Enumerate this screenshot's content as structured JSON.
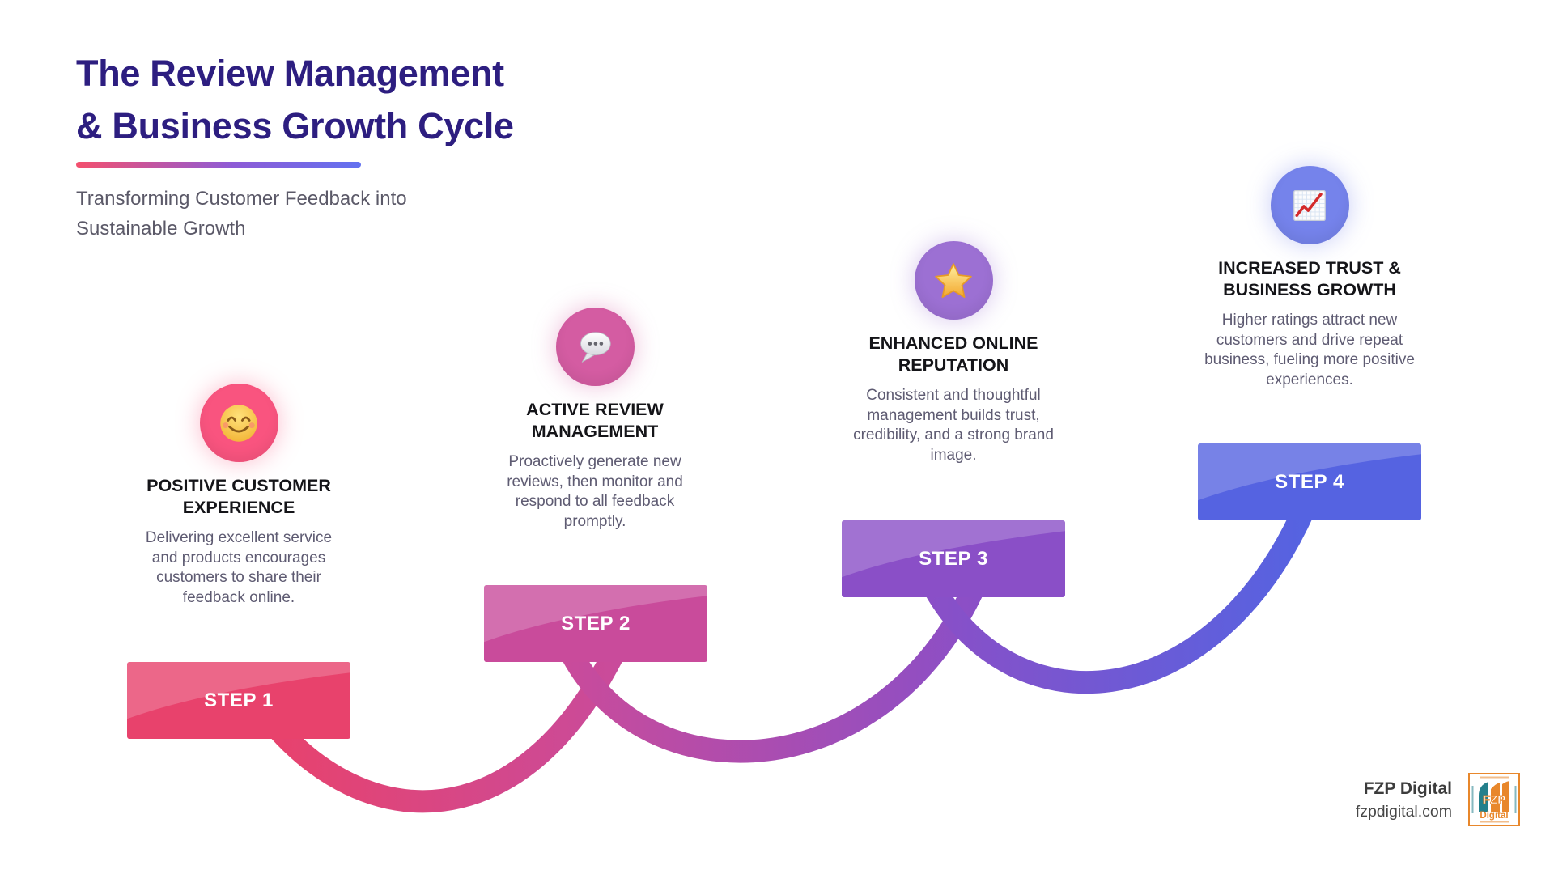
{
  "header": {
    "title": [
      "The Review Management",
      "& Business Growth Cycle"
    ],
    "subtitle": [
      "Transforming Customer Feedback into",
      "Sustainable Growth"
    ]
  },
  "colors": {
    "title": "#2D1E80",
    "subtitle": "#5B5968",
    "heading": "#141418",
    "description": "#5E5B72",
    "underline_from": "#F4506E",
    "underline_to": "#6271F0",
    "step_label": "#FFFFFF",
    "background": "#FFFFFF",
    "footer_text": "#3C3C3C",
    "logo_orange": "#E8872B",
    "logo_teal": "#23808C"
  },
  "steps": [
    {
      "label": "STEP 1",
      "icon": "smiling-face",
      "heading": "POSITIVE CUSTOMER EXPERIENCE",
      "description": "Delivering excellent service and products encourages customers to share their feedback online.",
      "circle_color": "#F9547F",
      "box_color": "#E8426C"
    },
    {
      "label": "STEP 2",
      "icon": "speech-balloon",
      "heading": "ACTIVE REVIEW MANAGEMENT",
      "description": "Proactively generate new reviews, then monitor and respond to all feedback promptly.",
      "circle_color": "#D45CA2",
      "box_color": "#C94B9B"
    },
    {
      "label": "STEP 3",
      "icon": "star",
      "heading": "ENHANCED ONLINE REPUTATION",
      "description": "Consistent and thoughtful management builds trust, credibility, and a strong brand image.",
      "circle_color": "#9C70D3",
      "box_color": "#8A4FC7"
    },
    {
      "label": "STEP 4",
      "icon": "chart-increasing",
      "heading": "INCREASED TRUST & BUSINESS GROWTH",
      "description": "Higher ratings attract new customers and drive repeat business, fueling more positive experiences.",
      "circle_color": "#7583EB",
      "box_color": "#5563E1"
    }
  ],
  "footer": {
    "brand": "FZP Digital",
    "website": "fzpdigital.com",
    "logo": {
      "letters": "FZP",
      "word": "Digital"
    }
  }
}
